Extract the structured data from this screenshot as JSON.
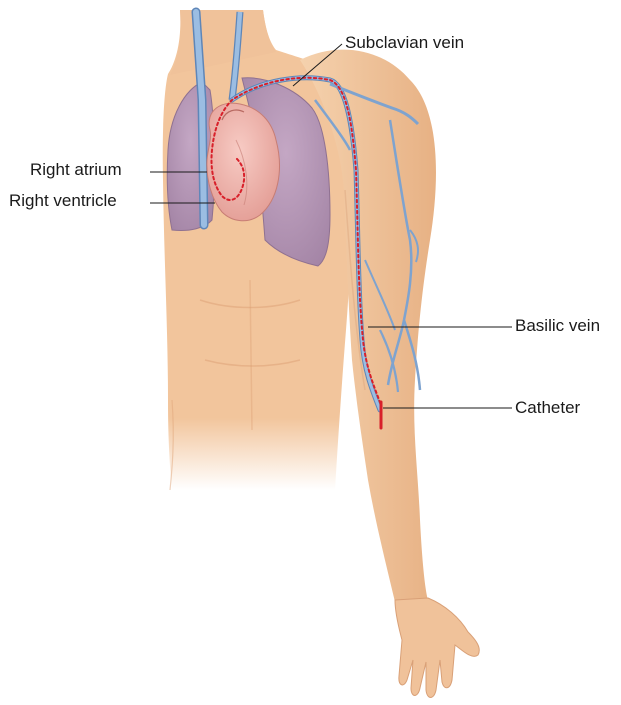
{
  "labels": {
    "subclavian_vein": "Subclavian vein",
    "right_atrium": "Right atrium",
    "right_ventricle": "Right ventricle",
    "basilic_vein": "Basilic vein",
    "catheter": "Catheter"
  },
  "colors": {
    "skin": "#f2c7a0",
    "skin_shadow": "#e4ad82",
    "lung": "#b89ab8",
    "lung_edge": "#8f7191",
    "heart": "#f0b5ad",
    "vein": "#8fb1d8",
    "vein_edge": "#5e86b8",
    "catheter": "#d8202a",
    "leader_line": "#1a1a1a"
  },
  "icons": {
    "figure": "torso-arm-anatomy-illustration"
  }
}
